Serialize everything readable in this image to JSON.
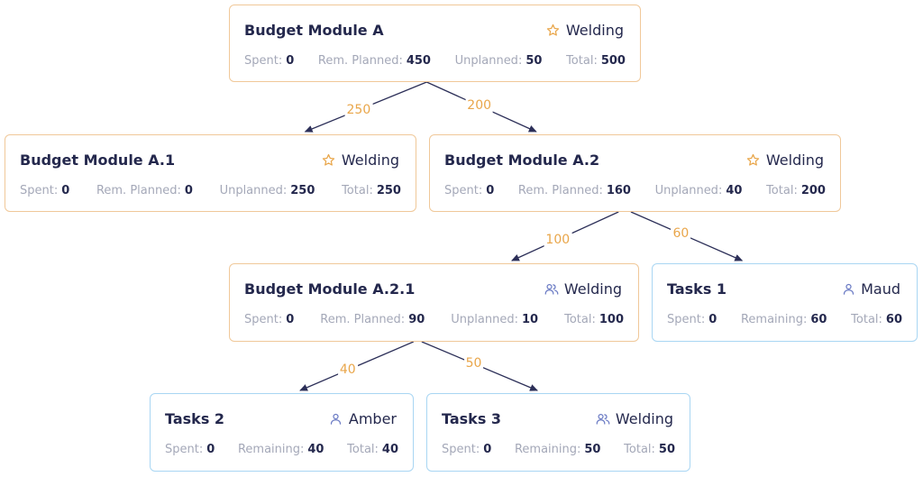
{
  "nodes": {
    "a": {
      "title": "Budget Module A",
      "tag": "Welding",
      "tag_icon": "star-icon",
      "stats": [
        {
          "label": "Spent:",
          "value": "0"
        },
        {
          "label": "Rem. Planned:",
          "value": "450"
        },
        {
          "label": "Unplanned:",
          "value": "50"
        },
        {
          "label": "Total:",
          "value": "500"
        }
      ]
    },
    "a1": {
      "title": "Budget Module A.1",
      "tag": "Welding",
      "tag_icon": "star-icon",
      "stats": [
        {
          "label": "Spent:",
          "value": "0"
        },
        {
          "label": "Rem. Planned:",
          "value": "0"
        },
        {
          "label": "Unplanned:",
          "value": "250"
        },
        {
          "label": "Total:",
          "value": "250"
        }
      ]
    },
    "a2": {
      "title": "Budget Module A.2",
      "tag": "Welding",
      "tag_icon": "star-icon",
      "stats": [
        {
          "label": "Spent:",
          "value": "0"
        },
        {
          "label": "Rem. Planned:",
          "value": "160"
        },
        {
          "label": "Unplanned:",
          "value": "40"
        },
        {
          "label": "Total:",
          "value": "200"
        }
      ]
    },
    "a21": {
      "title": "Budget Module A.2.1",
      "tag": "Welding",
      "tag_icon": "group-icon",
      "stats": [
        {
          "label": "Spent:",
          "value": "0"
        },
        {
          "label": "Rem. Planned:",
          "value": "90"
        },
        {
          "label": "Unplanned:",
          "value": "10"
        },
        {
          "label": "Total:",
          "value": "100"
        }
      ]
    },
    "t1": {
      "title": "Tasks 1",
      "tag": "Maud",
      "tag_icon": "user-icon",
      "stats": [
        {
          "label": "Spent:",
          "value": "0"
        },
        {
          "label": "Remaining:",
          "value": "60"
        },
        {
          "label": "Total:",
          "value": "60"
        }
      ]
    },
    "t2": {
      "title": "Tasks 2",
      "tag": "Amber",
      "tag_icon": "user-icon",
      "stats": [
        {
          "label": "Spent:",
          "value": "0"
        },
        {
          "label": "Remaining:",
          "value": "40"
        },
        {
          "label": "Total:",
          "value": "40"
        }
      ]
    },
    "t3": {
      "title": "Tasks 3",
      "tag": "Welding",
      "tag_icon": "group-icon",
      "stats": [
        {
          "label": "Spent:",
          "value": "0"
        },
        {
          "label": "Remaining:",
          "value": "50"
        },
        {
          "label": "Total:",
          "value": "50"
        }
      ]
    }
  },
  "edges": [
    {
      "from": "a",
      "to": "a1",
      "label": "250"
    },
    {
      "from": "a",
      "to": "a2",
      "label": "200"
    },
    {
      "from": "a2",
      "to": "a21",
      "label": "100"
    },
    {
      "from": "a2",
      "to": "t1",
      "label": "60"
    },
    {
      "from": "a21",
      "to": "t2",
      "label": "40"
    },
    {
      "from": "a21",
      "to": "t3",
      "label": "50"
    }
  ],
  "colors": {
    "budget_border": "#f0c899",
    "task_border": "#a9d6f3",
    "edge_label": "#e9a64a",
    "edge_line": "#2c2f58",
    "star_icon": "#e9a64a",
    "person_icon": "#6b7bc4"
  }
}
